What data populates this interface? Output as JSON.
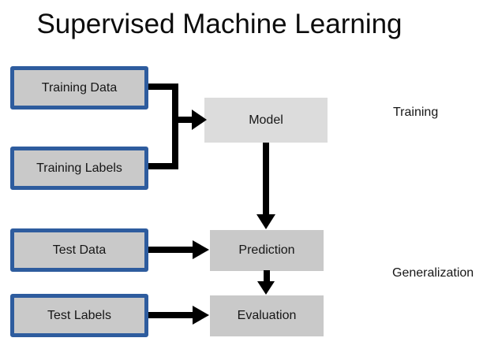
{
  "title": "Supervised Machine Learning",
  "diagram": {
    "nodes": {
      "training_data": "Training Data",
      "training_labels": "Training Labels",
      "model": "Model",
      "test_data": "Test Data",
      "prediction": "Prediction",
      "test_labels": "Test Labels",
      "evaluation": "Evaluation"
    },
    "edges": [
      {
        "from": "training_data",
        "to": "model"
      },
      {
        "from": "training_labels",
        "to": "model"
      },
      {
        "from": "model",
        "to": "prediction"
      },
      {
        "from": "test_data",
        "to": "prediction"
      },
      {
        "from": "prediction",
        "to": "evaluation"
      },
      {
        "from": "test_labels",
        "to": "evaluation"
      }
    ],
    "phase_labels": {
      "training": "Training",
      "generalization": "Generalization"
    },
    "colors": {
      "input_box_border": "#2e5c9e",
      "input_box_fill": "#c9c9c9",
      "model_box_fill": "#dcdcdc",
      "process_box_fill": "#c9c9c9",
      "arrow": "#000000",
      "text": "#161616",
      "background": "#ffffff"
    }
  }
}
